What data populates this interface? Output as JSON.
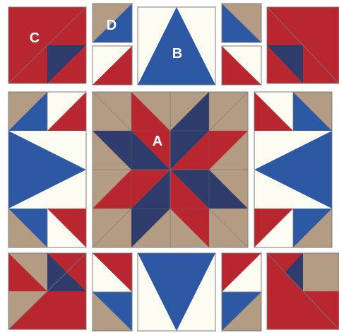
{
  "colors": {
    "red": "#b8262f",
    "navy": "#2e3b6b",
    "blue": "#2d58a3",
    "tan": "#b49b84",
    "cream": "#fdfcf3",
    "outline": "#7d7d7d",
    "label": "#ffffff"
  },
  "labels": {
    "a": "A",
    "b": "B",
    "c": "C",
    "d": "D"
  }
}
